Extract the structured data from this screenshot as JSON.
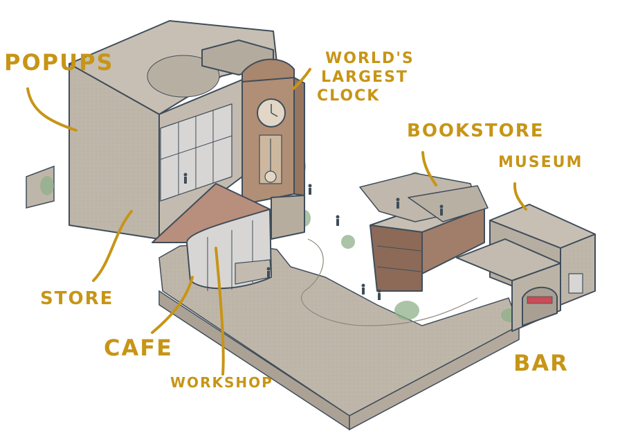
{
  "labels": {
    "popups": "POPUPS",
    "clock_line1": "WORLD'S",
    "clock_line2": "LARGEST",
    "clock_line3": "CLOCK",
    "bookstore": "BOOKSTORE",
    "museum": "MUSEUM",
    "store": "STORE",
    "cafe": "CAFE",
    "workshop": "WORKSHOP",
    "bar": "BAR"
  },
  "colors": {
    "label": "#c79516",
    "outline": "#3f4d5a",
    "paper": "#bfb6aa",
    "paper_dark": "#a89f94",
    "clock_tower": "#b08f76",
    "roof": "#b88e7c",
    "brick": "#8c6a57",
    "glass": "#d8d6d4",
    "tree": "#8fb08a"
  }
}
